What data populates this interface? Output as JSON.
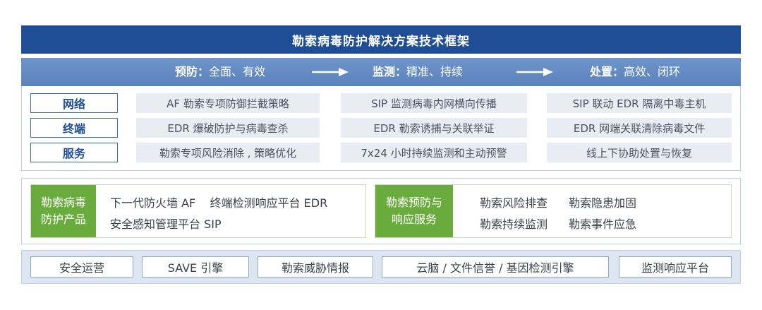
{
  "title": "勒索病毒防护解决方案技术框架",
  "phases": [
    {
      "label": "预防",
      "sep": "：",
      "desc": "全面、有效"
    },
    {
      "label": "监测",
      "sep": "：",
      "desc": "精准、持续"
    },
    {
      "label": "处置",
      "sep": "：",
      "desc": "高效、闭环"
    }
  ],
  "matrix": [
    {
      "label": "网络",
      "cells": [
        "AF 勒索专项防御拦截策略",
        "SIP 监测病毒内网横向传播",
        "SIP 联动 EDR 隔离中毒主机"
      ]
    },
    {
      "label": "终端",
      "cells": [
        "EDR 爆破防护与病毒查杀",
        "EDR 勒索诱捕与关联举证",
        "EDR 网端关联清除病毒文件"
      ]
    },
    {
      "label": "服务",
      "cells": [
        "勒索专项风险消除 , 策略优化",
        "7x24 小时持续监测和主动预警",
        "线上下协助处置与恢复"
      ]
    }
  ],
  "products": {
    "tag_line1": "勒索病毒",
    "tag_line2": "防护产品",
    "line1": "下一代防火墙 AF    终端检测响应平台 EDR",
    "line2": "安全感知管理平台 SIP"
  },
  "services": {
    "tag_line1": "勒索预防与",
    "tag_line2": "响应服务",
    "items": [
      "勒索风险排查",
      "勒索隐患加固",
      "勒索持续监测",
      "勒索事件应急"
    ]
  },
  "foundation": [
    "安全运营",
    "SAVE 引擎",
    "勒索威胁情报",
    "云脑 / 文件信誉 / 基因检测引擎",
    "监测响应平台"
  ],
  "colors": {
    "title_bg": "#1f4e96",
    "phase_bg": "#6f95c9",
    "cell_bg": "#e9edf3",
    "green": "#6aab3d",
    "base_bg": "#dde5f0"
  }
}
